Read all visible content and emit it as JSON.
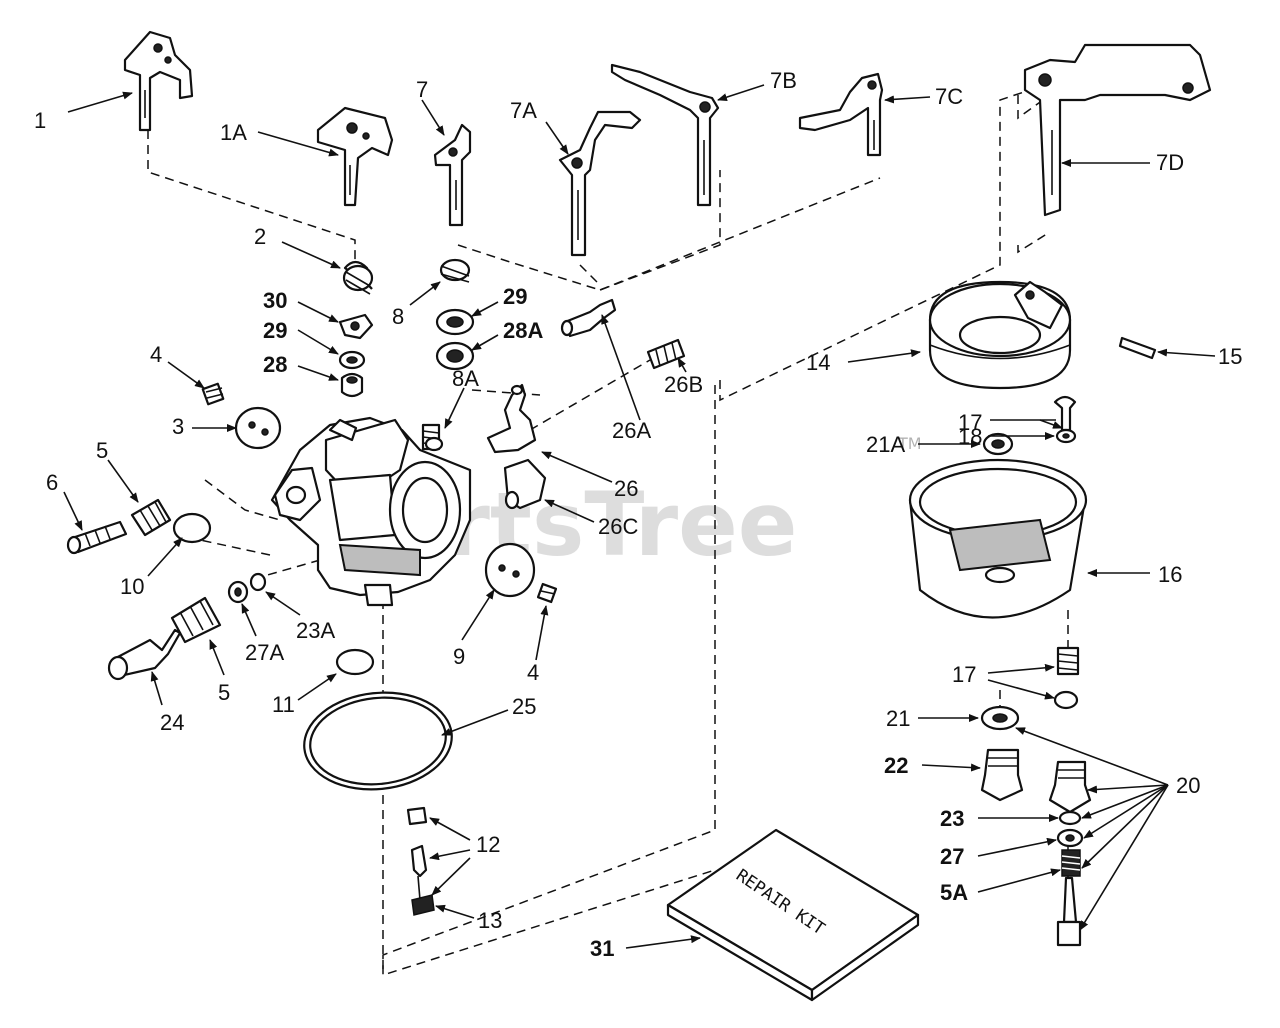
{
  "watermark": {
    "text": "PartsTree",
    "tm": "TM"
  },
  "repair_kit_text": "REPAIR KIT",
  "callouts": {
    "c1": "1",
    "c1A": "1A",
    "c7": "7",
    "c7A": "7A",
    "c7B": "7B",
    "c7C": "7C",
    "c7D": "7D",
    "c2": "2",
    "c8": "8",
    "c30": "30",
    "c29a": "29",
    "c29b": "29",
    "c28": "28",
    "c28A": "28A",
    "c4a": "4",
    "c4b": "4",
    "c3": "3",
    "c5a": "5",
    "c5b": "5",
    "c6": "6",
    "c8A": "8A",
    "c26": "26",
    "c26A": "26A",
    "c26B": "26B",
    "c26C": "26C",
    "c10": "10",
    "c23A": "23A",
    "c27A": "27A",
    "c24": "24",
    "c11": "11",
    "c9": "9",
    "c25": "25",
    "c12": "12",
    "c13": "13",
    "c31": "31",
    "c14": "14",
    "c15": "15",
    "c17a": "17",
    "c17b": "17",
    "c21A": "21A",
    "c18": "18",
    "c16": "16",
    "c21": "21",
    "c22": "22",
    "c20": "20",
    "c23": "23",
    "c27": "27",
    "c5A": "5A"
  }
}
